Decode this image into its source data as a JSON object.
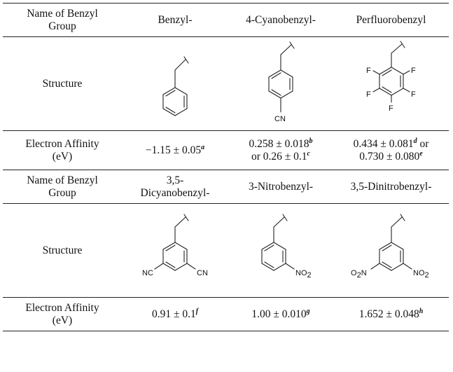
{
  "rows": {
    "names1": {
      "label": "Name of Benzyl Group",
      "groups": [
        "Benzyl-",
        "4-Cyanobenzyl-",
        "Perfluorobenzyl"
      ]
    },
    "struct1": {
      "label": "Structure"
    },
    "ea1": {
      "label": "Electron Affinity (eV)",
      "values": [
        {
          "line1": "−1.15 ± 0.05",
          "sup1": "a"
        },
        {
          "line1": "0.258 ± 0.018",
          "sup1": "b",
          "line2": "or 0.26 ± 0.1",
          "sup2": "c"
        },
        {
          "line1": "0.434 ± 0.081",
          "sup1": "d",
          "mid1": " or",
          "line2": "0.730 ± 0.080",
          "sup2": "e"
        }
      ]
    },
    "names2": {
      "label": "Name of Benzyl Group",
      "groups": [
        "3,5-Dicyanobenzyl-",
        "3-Nitrobenzyl-",
        "3,5-Dinitrobenzyl-"
      ]
    },
    "struct2": {
      "label": "Structure"
    },
    "ea2": {
      "label": "Electron Affinity (eV)",
      "values": [
        {
          "line1": "0.91 ± 0.1",
          "sup1": "f"
        },
        {
          "line1": "1.00 ± 0.010",
          "sup1": "g"
        },
        {
          "line1": "1.652 ± 0.048",
          "sup1": "h"
        }
      ]
    }
  },
  "structures": {
    "cyanobenzyl_para": "CN",
    "perfluoro_atom": "F",
    "dicyano_left": "NC",
    "dicyano_right": "CN",
    "nitro": {
      "main": "NO",
      "sub": "2"
    },
    "nitro_left": {
      "main": "O",
      "sub": "2",
      "end": "N"
    },
    "nitro_right": {
      "main": "NO",
      "sub": "2"
    }
  }
}
